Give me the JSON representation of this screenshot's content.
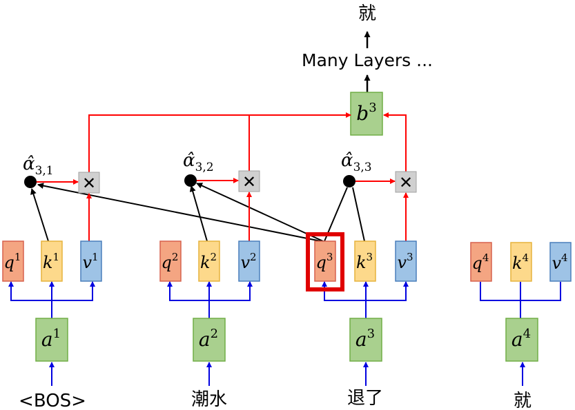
{
  "output_token": "就",
  "layers_label": "Many Layers ...",
  "output_vector": {
    "letter": "b",
    "sup": "3"
  },
  "attention_scores": [
    {
      "letter": "α̂",
      "sub": "3,1"
    },
    {
      "letter": "α̂",
      "sub": "3,2"
    },
    {
      "letter": "α̂",
      "sub": "3,3"
    }
  ],
  "multiply_symbol": "✕",
  "columns": [
    {
      "q": "q",
      "k": "k",
      "v": "v",
      "a": "a",
      "sup": "1",
      "token": "<BOS>"
    },
    {
      "q": "q",
      "k": "k",
      "v": "v",
      "a": "a",
      "sup": "2",
      "token": "潮水"
    },
    {
      "q": "q",
      "k": "k",
      "v": "v",
      "a": "a",
      "sup": "3",
      "token": "退了"
    },
    {
      "q": "q",
      "k": "k",
      "v": "v",
      "a": "a",
      "sup": "4",
      "token": "就"
    }
  ],
  "colors": {
    "query_fill": "#f4a582",
    "query_stroke": "#d6604d",
    "key_fill": "#fdd98b",
    "key_stroke": "#e6b33d",
    "value_fill": "#9ec3e6",
    "value_stroke": "#4a7ebb",
    "embed_fill": "#a9d08e",
    "embed_stroke": "#70ad47",
    "mult_fill": "#d0d0d0",
    "mult_stroke": "#a0a0a0",
    "highlight": "#e00000",
    "blue_arrow": "#0000e0",
    "red_arrow": "#ff0000",
    "black_arrow": "#000000"
  }
}
